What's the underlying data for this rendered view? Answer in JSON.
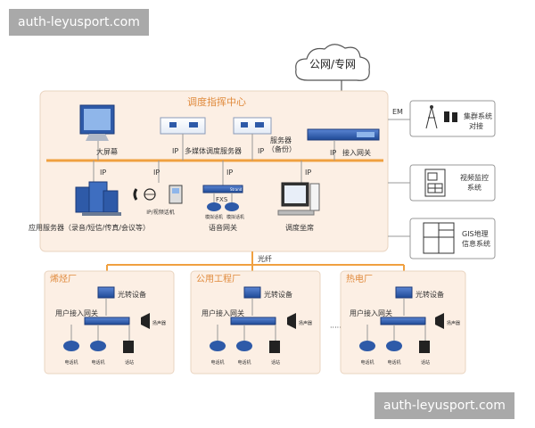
{
  "watermarks": {
    "top": "auth-leyusport.com",
    "bottom": "auth-leyusport.com"
  },
  "cloud": {
    "label": "公网/专网"
  },
  "center": {
    "title": "调度指挥中心",
    "big_screen": "大屏幕",
    "ip": "IP",
    "multimedia_server": "多媒体调度服务器",
    "backup_server_line1": "服务器",
    "backup_server_line2": "（备份）",
    "access_gateway": "接入网关",
    "app_server": "应用服务器（录音/短信/传真/会议等）",
    "ip_video_phone": "IP/视频话机",
    "fxs": "FXS",
    "voice_gateway": "语音网关",
    "dispatch_seat": "调度坐席",
    "phone_label_a": "模拟话机",
    "phone_label_b": "模拟话机",
    "device_label": "Strand"
  },
  "em": "EM",
  "right_systems": {
    "cluster_line1": "集群系统",
    "cluster_line2": "对接",
    "video_line1": "视频监控",
    "video_line2": "系统",
    "gis_line1": "GIS地理",
    "gis_line2": "信息系统"
  },
  "fiber": "光纤",
  "plants": [
    {
      "name": "烯烃厂",
      "optical": "光转设备",
      "gateway": "用户接入网关",
      "speaker": "扬声器",
      "phone1": "电话机",
      "phone2": "电话机",
      "station": "话站"
    },
    {
      "name": "公用工程厂",
      "optical": "光转设备",
      "gateway": "用户接入网关",
      "speaker": "扬声器",
      "phone1": "电话机",
      "phone2": "电话机",
      "station": "话站"
    },
    {
      "name": "热电厂",
      "optical": "光转设备",
      "gateway": "用户接入网关",
      "speaker": "扬声器",
      "phone1": "电话机",
      "phone2": "电话机",
      "station": "话站"
    }
  ],
  "ellipsis": "·······",
  "colors": {
    "orange": "#f0a040",
    "panel": "#fcefe4",
    "title": "#e08a3c",
    "line": "#c0c0c0",
    "device_blue": "#2e5aa8"
  }
}
